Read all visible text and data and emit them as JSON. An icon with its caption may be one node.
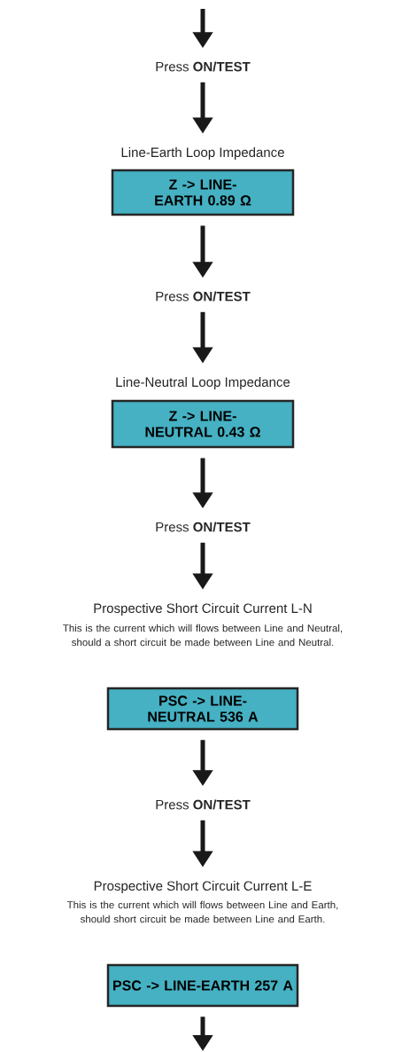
{
  "diagram": {
    "nodes": [
      {
        "text": [
          "Press **ON/TEST**"
        ]
      },
      {
        "text": [
          "Line-Earth Loop Impedance",
          "Z -> LINE-EARTH 0.89 Ω"
        ]
      },
      {
        "text": [
          "Press **ON/TEST**"
        ]
      },
      {
        "text": [
          "Line-Neutral Loop Impedance",
          "Z -> LINE-NEUTRAL 0.43 Ω"
        ]
      },
      {
        "text": [
          "Press **ON/TEST**"
        ]
      },
      {
        "text": [
          "Prospective Short Circuit Current L-N",
          "This is the current which will flows between Line and Neutral, should a short circuit be made between Line and Neutral."
        ]
      },
      {
        "text": [
          "PSC -> LINE-NEUTRAL 536 A"
        ]
      },
      {
        "text": [
          "Press **ON/TEST**"
        ]
      },
      {
        "text": [
          "Prospective Short Circuit Current L-E",
          "This is the current which will flows between Line and Earth, should short circuit be made between Line and Earth."
        ]
      },
      {
        "text": [
          "PSC -> LINE-EARTH 257 A"
        ]
      }
    ],
    "edges": [
      {
        "from": null,
        "to": 0,
        "arrow": "to"
      },
      {
        "from": 0,
        "to": 1,
        "arrow": "to"
      },
      {
        "from": 1,
        "to": 2,
        "arrow": "to"
      },
      {
        "from": 2,
        "to": 3,
        "arrow": "to"
      },
      {
        "from": 3,
        "to": 4,
        "arrow": "to"
      },
      {
        "from": 4,
        "to": 5,
        "arrow": "to"
      },
      {
        "from": 6,
        "to": 7,
        "arrow": "to"
      },
      {
        "from": 7,
        "to": 8,
        "arrow": "to"
      },
      {
        "from": 9,
        "to": null,
        "arrow": "to"
      }
    ]
  }
}
